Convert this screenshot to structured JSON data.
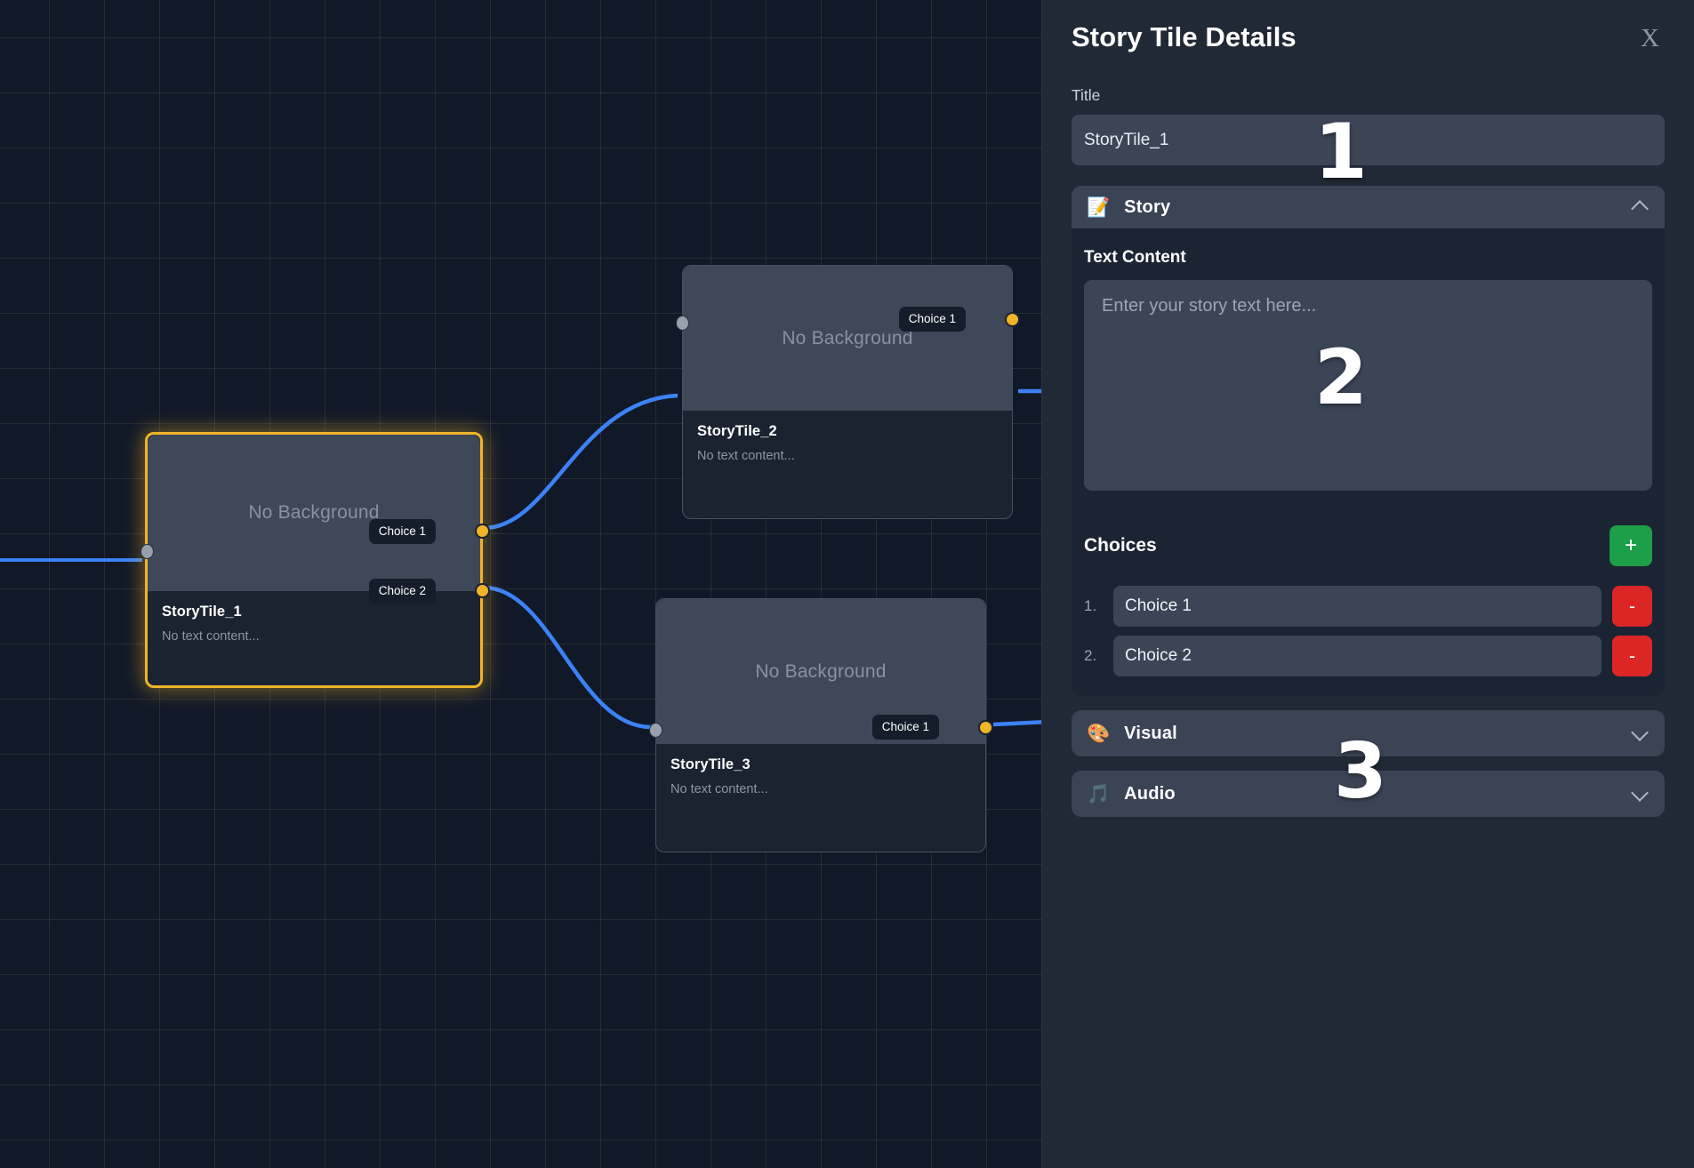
{
  "panel": {
    "title": "Story Tile Details",
    "close_label": "X",
    "title_field": {
      "label": "Title",
      "value": "StoryTile_1"
    },
    "sections": {
      "story": {
        "name": "Story",
        "icon": "📝",
        "icon_name": "memo-icon",
        "expanded": true,
        "text_content_label": "Text Content",
        "text_content_value": "",
        "text_content_placeholder": "Enter your story text here...",
        "choices_label": "Choices",
        "add_label": "+",
        "remove_label": "-",
        "choices": [
          {
            "index": "1.",
            "value": "Choice 1"
          },
          {
            "index": "2.",
            "value": "Choice 2"
          }
        ]
      },
      "visual": {
        "name": "Visual",
        "icon": "🎨",
        "icon_name": "palette-icon",
        "expanded": false
      },
      "audio": {
        "name": "Audio",
        "icon": "🎵",
        "icon_name": "music-note-icon",
        "expanded": false
      }
    }
  },
  "canvas": {
    "nodes": [
      {
        "id": "storytile_1",
        "title": "StoryTile_1",
        "subtitle": "No text content...",
        "background_label": "No Background",
        "selected": true,
        "choices": [
          "Choice 1",
          "Choice 2"
        ]
      },
      {
        "id": "storytile_2",
        "title": "StoryTile_2",
        "subtitle": "No text content...",
        "background_label": "No Background",
        "selected": false,
        "choices": [
          "Choice 1"
        ]
      },
      {
        "id": "storytile_3",
        "title": "StoryTile_3",
        "subtitle": "No text content...",
        "background_label": "No Background",
        "selected": false,
        "choices": [
          "Choice 1"
        ]
      }
    ]
  },
  "annotations": [
    {
      "label": "1"
    },
    {
      "label": "2"
    },
    {
      "label": "3"
    }
  ],
  "colors": {
    "canvas_bg": "#111827",
    "panel_bg": "#212936",
    "selected_node_border": "#f0b429",
    "edge": "#3b82f6",
    "output_handle": "#f0b429",
    "input_handle": "#98a0ad",
    "add_button": "#1d9e48",
    "remove_button": "#dc2626"
  }
}
